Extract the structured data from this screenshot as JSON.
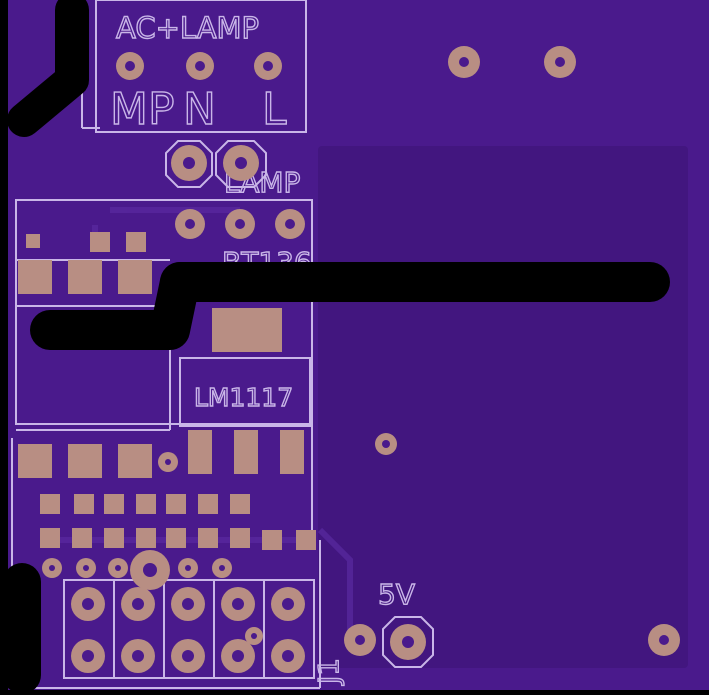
{
  "board": {
    "colors": {
      "background": "#000000",
      "substrate": "#4a1a8c",
      "pour": "#3f147a",
      "silkscreen": "#c9b6e8",
      "pad": "#b88e83",
      "trace": "#000000"
    }
  },
  "labels": {
    "connector_title": "AC+LAMP",
    "pin_lamp": "MP",
    "pin_n": "N",
    "pin_l": "L",
    "lamp": "LAMP",
    "bt": "BT136",
    "regulator": "LM1117",
    "five_v": "5V",
    "j1": "J1"
  }
}
